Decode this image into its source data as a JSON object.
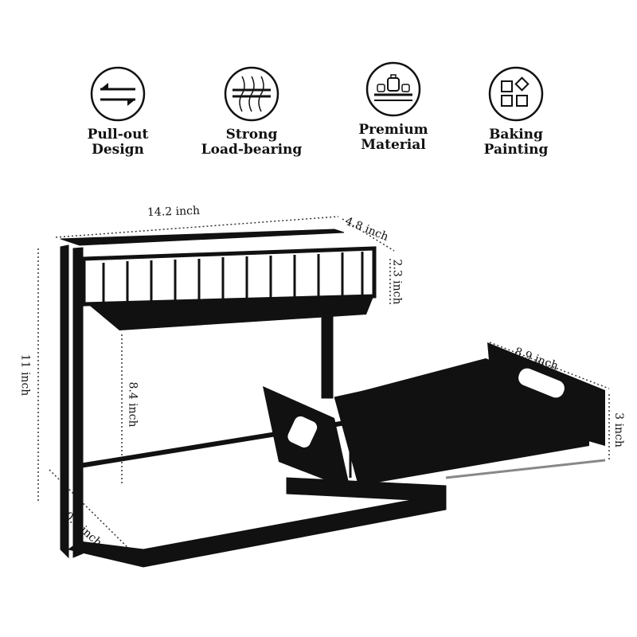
{
  "features": [
    {
      "icon": "pull-out-arrows-icon",
      "line1": "Pull-out",
      "line2": "Design"
    },
    {
      "icon": "load-bearing-icon",
      "line1": "Strong",
      "line2": "Load-bearing"
    },
    {
      "icon": "premium-material-icon",
      "line1": "Premium",
      "line2": "Material"
    },
    {
      "icon": "baking-painting-icon",
      "line1": "Baking",
      "line2": "Painting"
    }
  ],
  "dimensions": {
    "width": "14.2 inch",
    "top_depth": "4.8 inch",
    "top_height": "2.3 inch",
    "total_height": "11 inch",
    "clearance": "8.4 inch",
    "drawer_length": "8.9 inch",
    "drawer_height": "3 inch",
    "base_depth": "10.6 inch"
  },
  "colors": {
    "rack": "#111111",
    "background": "#ffffff"
  }
}
